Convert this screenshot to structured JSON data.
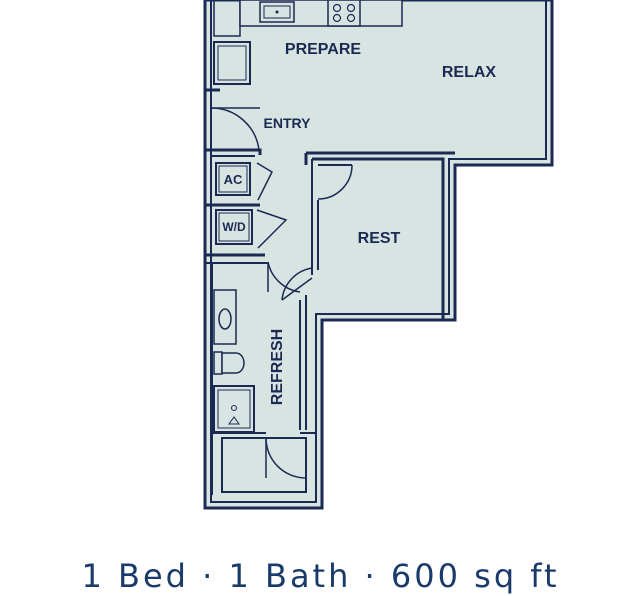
{
  "rooms": {
    "prepare": "PREPARE",
    "relax": "RELAX",
    "entry": "ENTRY",
    "rest": "REST",
    "refresh": "REFRESH",
    "ac": "AC",
    "wd": "W/D"
  },
  "caption": "1 Bed · 1 Bath · 600 sq ft",
  "colors": {
    "floor": "#d8e4e2",
    "wall": "#1a2a52",
    "background": "#ffffff"
  }
}
